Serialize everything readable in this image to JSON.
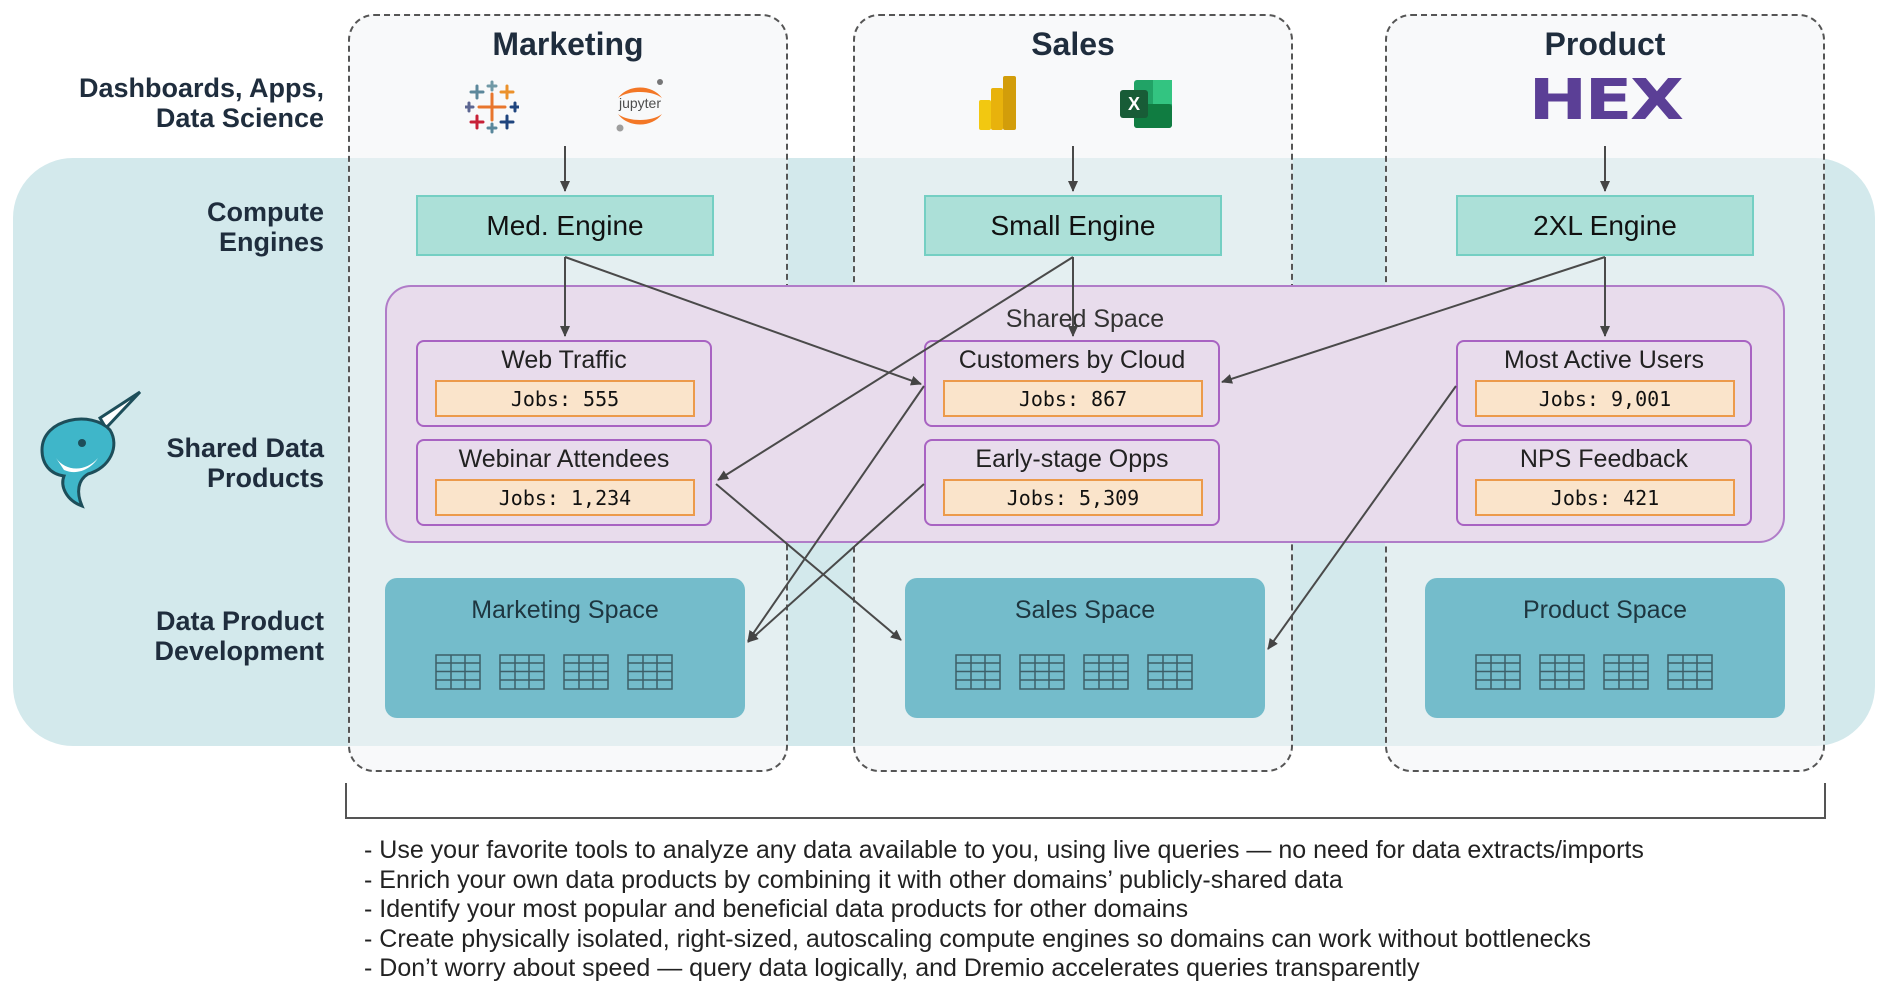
{
  "row_labels": {
    "dashboards": "Dashboards, Apps,\nData Science",
    "compute": "Compute\nEngines",
    "shared": "Shared Data\nProducts",
    "development": "Data Product\nDevelopment"
  },
  "columns": [
    {
      "title": "Marketing",
      "engine": "Med. Engine",
      "space": "Marketing Space",
      "tools": [
        "tableau-icon",
        "jupyter-icon"
      ]
    },
    {
      "title": "Sales",
      "engine": "Small Engine",
      "space": "Sales Space",
      "tools": [
        "power-bi-icon",
        "excel-icon"
      ]
    },
    {
      "title": "Product",
      "engine": "2XL Engine",
      "space": "Product Space",
      "tools": [
        "hex-icon"
      ]
    }
  ],
  "tool_text": {
    "jupyter": "jupyter",
    "excel": "X",
    "hex": "HEX"
  },
  "shared_space": {
    "title": "Shared Space",
    "products": [
      {
        "name": "Web Traffic",
        "jobs": "Jobs: 555"
      },
      {
        "name": "Webinar Attendees",
        "jobs": "Jobs: 1,234"
      },
      {
        "name": "Customers by Cloud",
        "jobs": "Jobs: 867"
      },
      {
        "name": "Early-stage Opps",
        "jobs": "Jobs: 5,309"
      },
      {
        "name": "Most Active Users",
        "jobs": "Jobs: 9,001"
      },
      {
        "name": "NPS Feedback",
        "jobs": "Jobs: 421"
      }
    ]
  },
  "bullets": [
    "- Use your favorite tools to analyze any data available to you, using live queries — no need for data extracts/imports",
    "- Enrich your own data products by combining it with other domains’ publicly-shared data",
    "- Identify your most popular and beneficial data products for other domains",
    "- Create physically isolated, right-sized, autoscaling compute engines so domains can work without bottlenecks",
    "- Don’t worry about speed — query data logically, and Dremio accelerates queries transparently"
  ],
  "colors": {
    "band": "#d3e9ec",
    "engine": "#ace0d8",
    "shared": "#e8dcec",
    "jobs": "#fae4cb",
    "space": "#74bccb",
    "hex": "#5b3f96"
  }
}
